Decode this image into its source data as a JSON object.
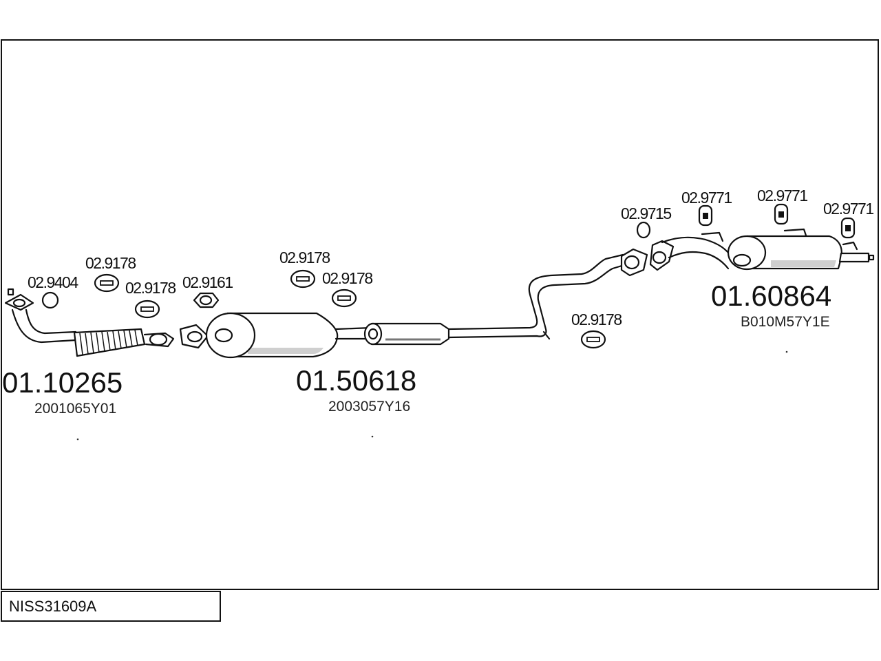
{
  "diagram_code": "NISS31609A",
  "assemblies": [
    {
      "part": "01.10265",
      "oem": "2001065Y01"
    },
    {
      "part": "01.50618",
      "oem": "2003057Y16"
    },
    {
      "part": "01.60864",
      "oem": "B010M57Y1E"
    }
  ],
  "accessories": [
    {
      "code": "02.9404",
      "icon": "gasket-ring-icon"
    },
    {
      "code": "02.9178",
      "icon": "rubber-hanger-icon"
    },
    {
      "code": "02.9178",
      "icon": "rubber-hanger-icon"
    },
    {
      "code": "02.9161",
      "icon": "flange-gasket-icon"
    },
    {
      "code": "02.9178",
      "icon": "rubber-hanger-icon"
    },
    {
      "code": "02.9178",
      "icon": "rubber-hanger-icon"
    },
    {
      "code": "02.9178",
      "icon": "rubber-hanger-icon"
    },
    {
      "code": "02.9715",
      "icon": "gasket-ring-icon"
    },
    {
      "code": "02.9771",
      "icon": "rubber-mount-icon"
    },
    {
      "code": "02.9771",
      "icon": "rubber-mount-icon"
    },
    {
      "code": "02.9771",
      "icon": "rubber-mount-icon"
    }
  ]
}
